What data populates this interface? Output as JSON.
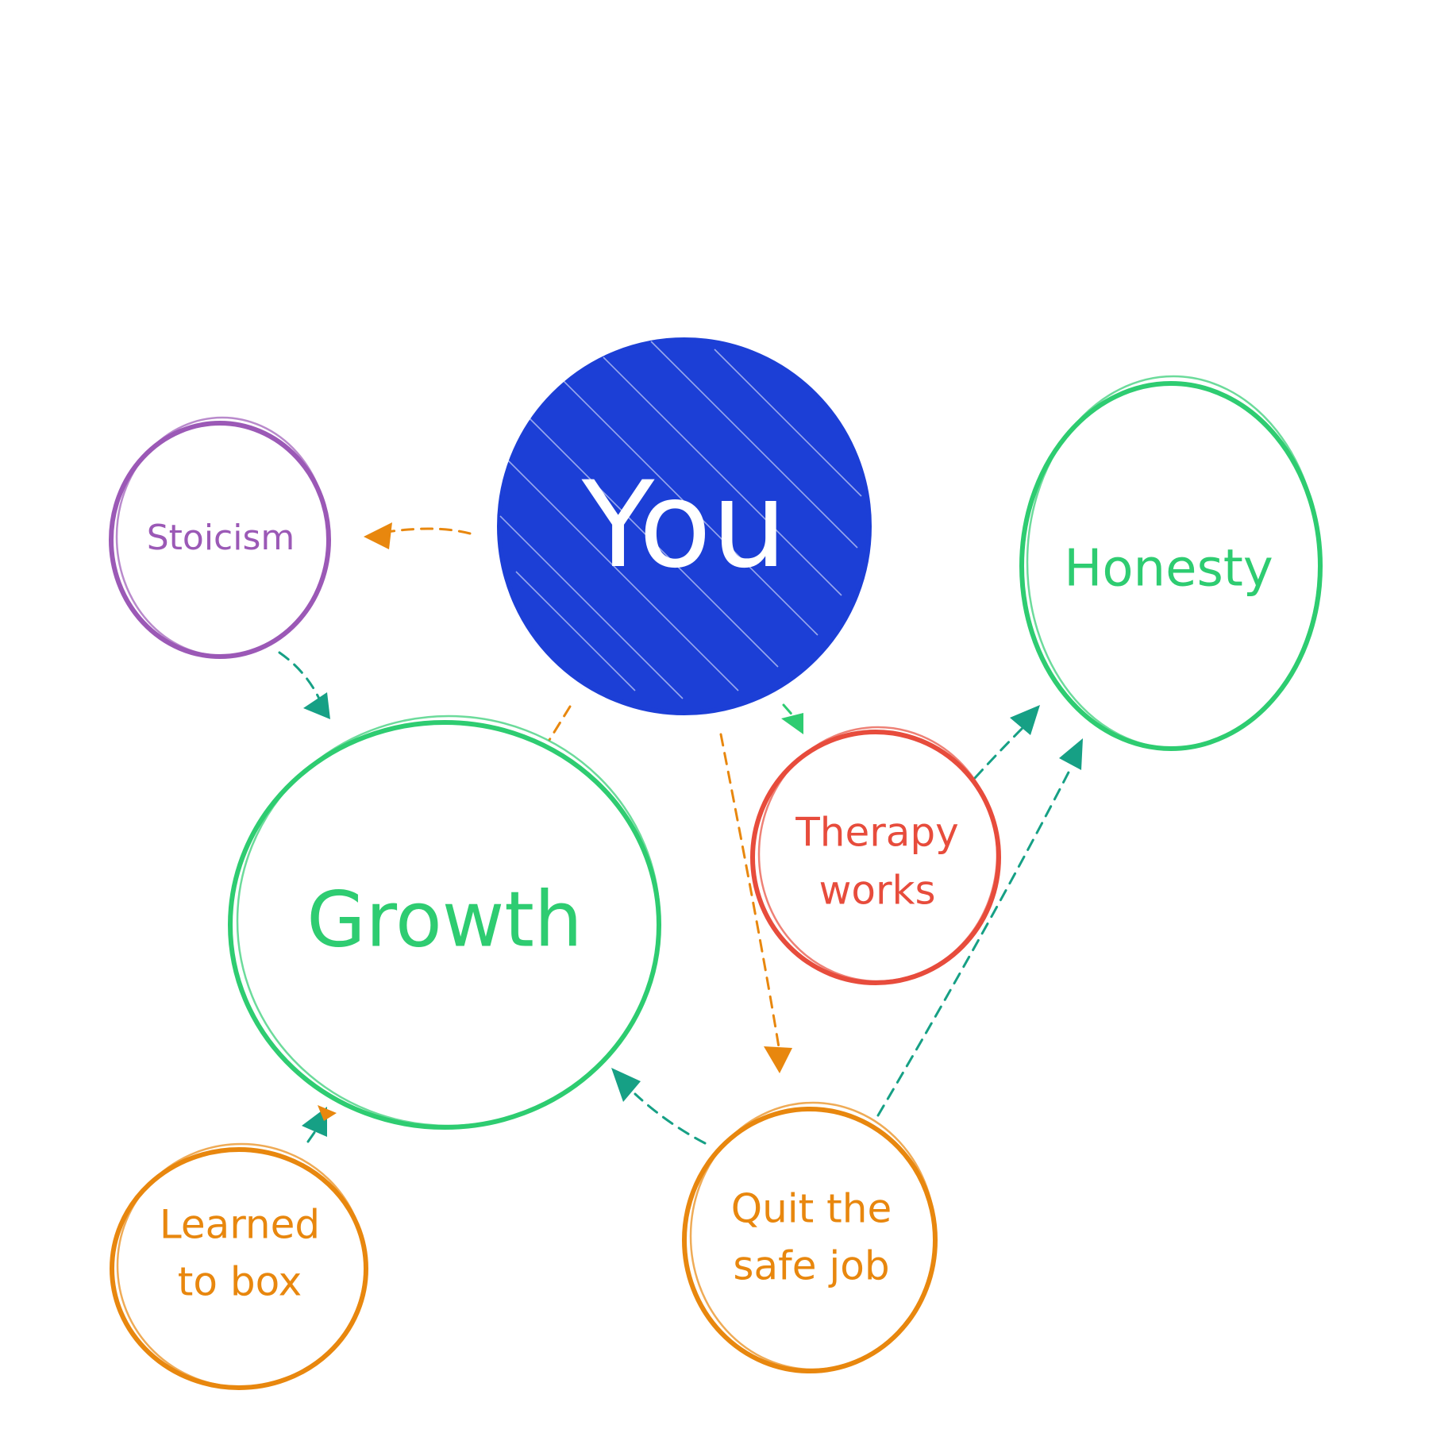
{
  "colors": {
    "you": "#1c3fd6",
    "green": "#2ecc71",
    "purple": "#9b59b6",
    "red": "#e74c3c",
    "orange": "#e8870e",
    "teal": "#16a085",
    "white": "#ffffff"
  },
  "nodes": {
    "you": {
      "label": "You",
      "color": "you",
      "filled": true
    },
    "stoicism": {
      "label": "Stoicism",
      "color": "purple",
      "filled": false
    },
    "honesty": {
      "label": "Honesty",
      "color": "green",
      "filled": false
    },
    "growth": {
      "label": "Growth",
      "color": "green",
      "filled": false
    },
    "therapy": {
      "label_line1": "Therapy",
      "label_line2": "works",
      "color": "red",
      "filled": false
    },
    "box": {
      "label_line1": "Learned",
      "label_line2": "to box",
      "color": "orange",
      "filled": false
    },
    "quit": {
      "label_line1": "Quit the",
      "label_line2": "safe job",
      "color": "orange",
      "filled": false
    }
  },
  "edges": [
    {
      "from": "you",
      "to": "stoicism",
      "color": "orange"
    },
    {
      "from": "you",
      "to": "growth",
      "color": "orange"
    },
    {
      "from": "you",
      "to": "therapy",
      "color": "green"
    },
    {
      "from": "you",
      "to": "quit",
      "color": "orange"
    },
    {
      "from": "stoicism",
      "to": "growth",
      "color": "teal"
    },
    {
      "from": "box",
      "to": "growth",
      "color": "teal"
    },
    {
      "from": "quit",
      "to": "growth",
      "color": "teal"
    },
    {
      "from": "therapy",
      "to": "honesty",
      "color": "teal"
    },
    {
      "from": "quit",
      "to": "honesty",
      "color": "teal"
    }
  ]
}
